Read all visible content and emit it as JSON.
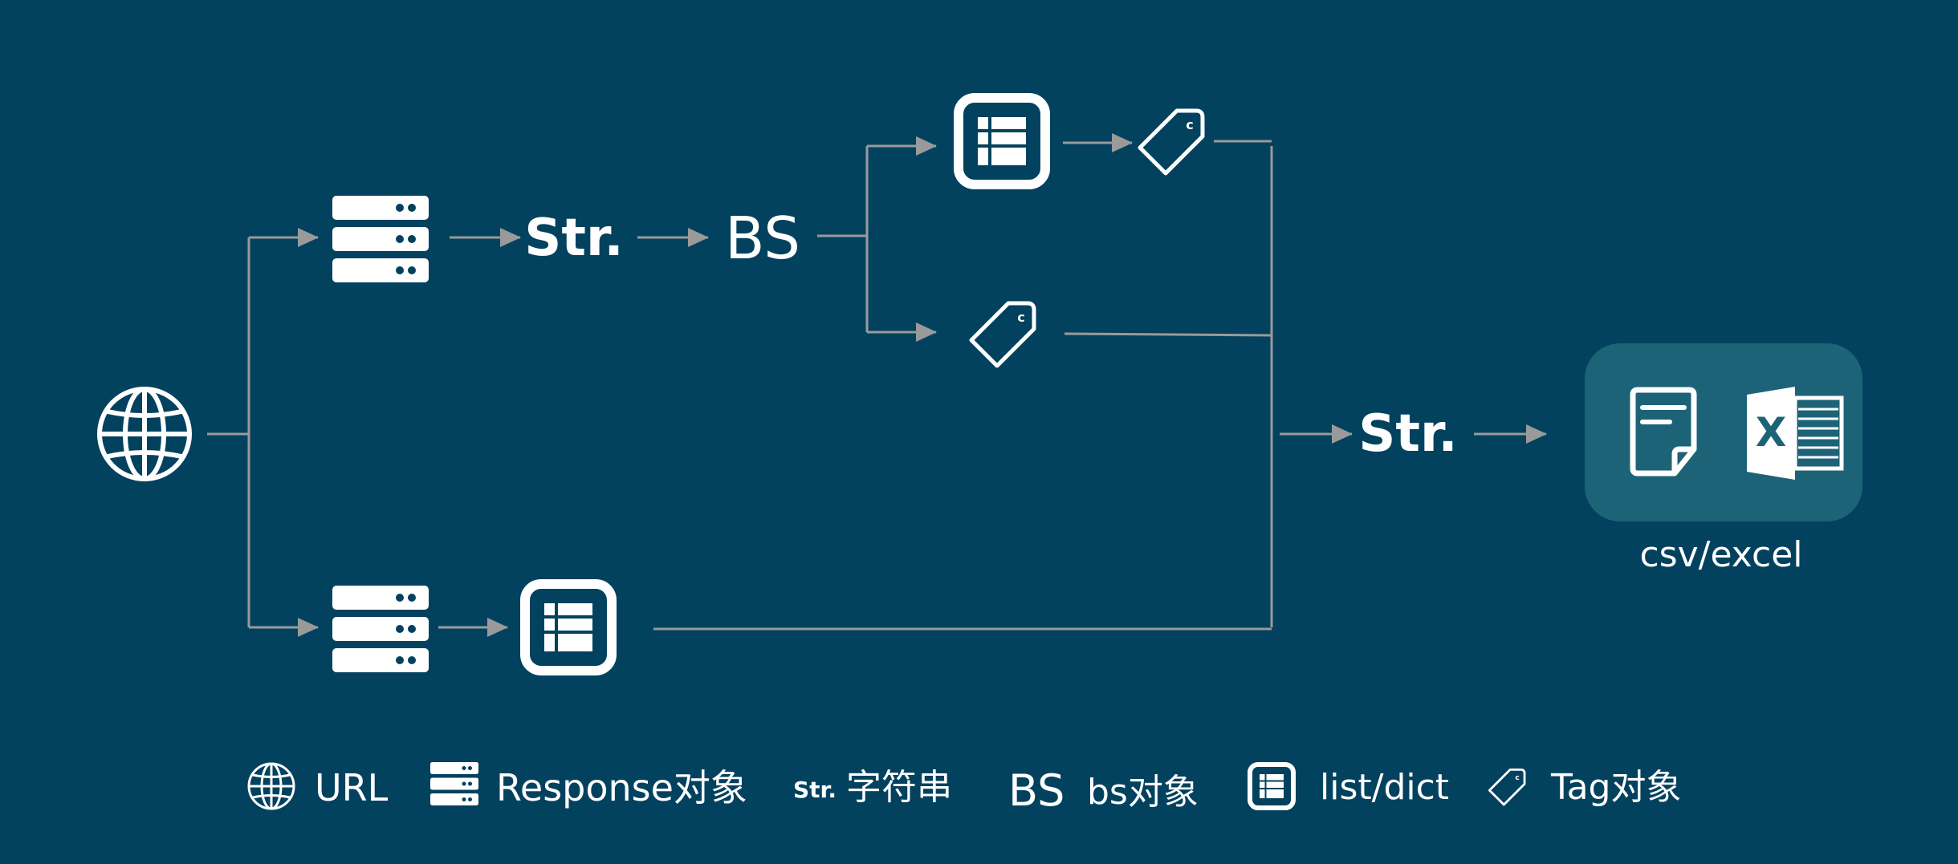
{
  "colors": {
    "background": "#03425E",
    "white": "#FFFFFF",
    "connector": "#9A9A9A",
    "output_box": "#1D6378"
  },
  "icons": {
    "url": "globe-icon",
    "response": "server-stack-icon",
    "list": "list-box-icon",
    "tag": "price-tag-icon",
    "document": "document-icon",
    "excel": "excel-icon"
  },
  "nodes": {
    "str_upper": "Str.",
    "bs": "BS",
    "str_merge": "Str.",
    "output_label": "csv/excel"
  },
  "legend": {
    "url_label": "URL",
    "response_label": "Response对象",
    "str_symbol": "Str.",
    "str_label": "字符串",
    "bs_symbol": "BS",
    "bs_label": "bs对象",
    "list_label": "list/dict",
    "tag_label": "Tag对象"
  }
}
